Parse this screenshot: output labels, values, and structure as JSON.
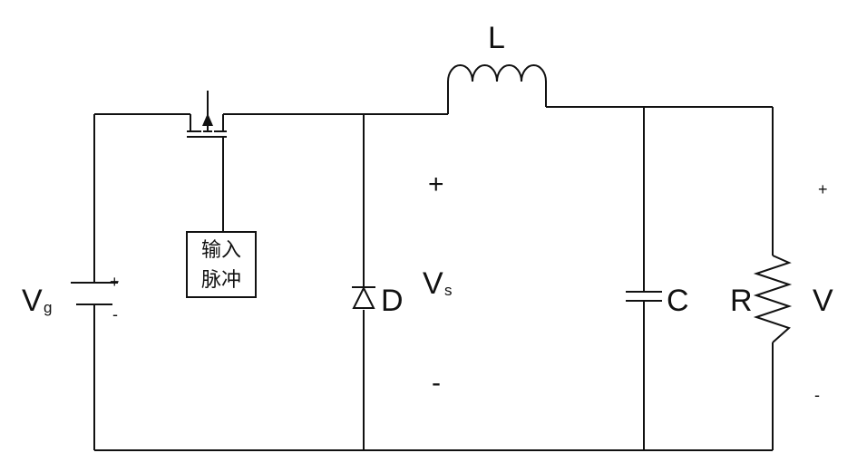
{
  "components": {
    "inductor_label": "L",
    "source_label": "V",
    "source_subscript": "g",
    "source_plus": "+",
    "source_minus": "-",
    "pulse_box_line1": "输入",
    "pulse_box_line2": "脉冲",
    "diode_label": "D",
    "vs_label": "V",
    "vs_subscript": "s",
    "vs_plus": "+",
    "vs_minus": "-",
    "capacitor_label": "C",
    "resistor_label": "R",
    "output_label": "V",
    "output_plus": "+",
    "output_minus": "-"
  },
  "colors": {
    "line": "#111111",
    "background": "#ffffff"
  }
}
